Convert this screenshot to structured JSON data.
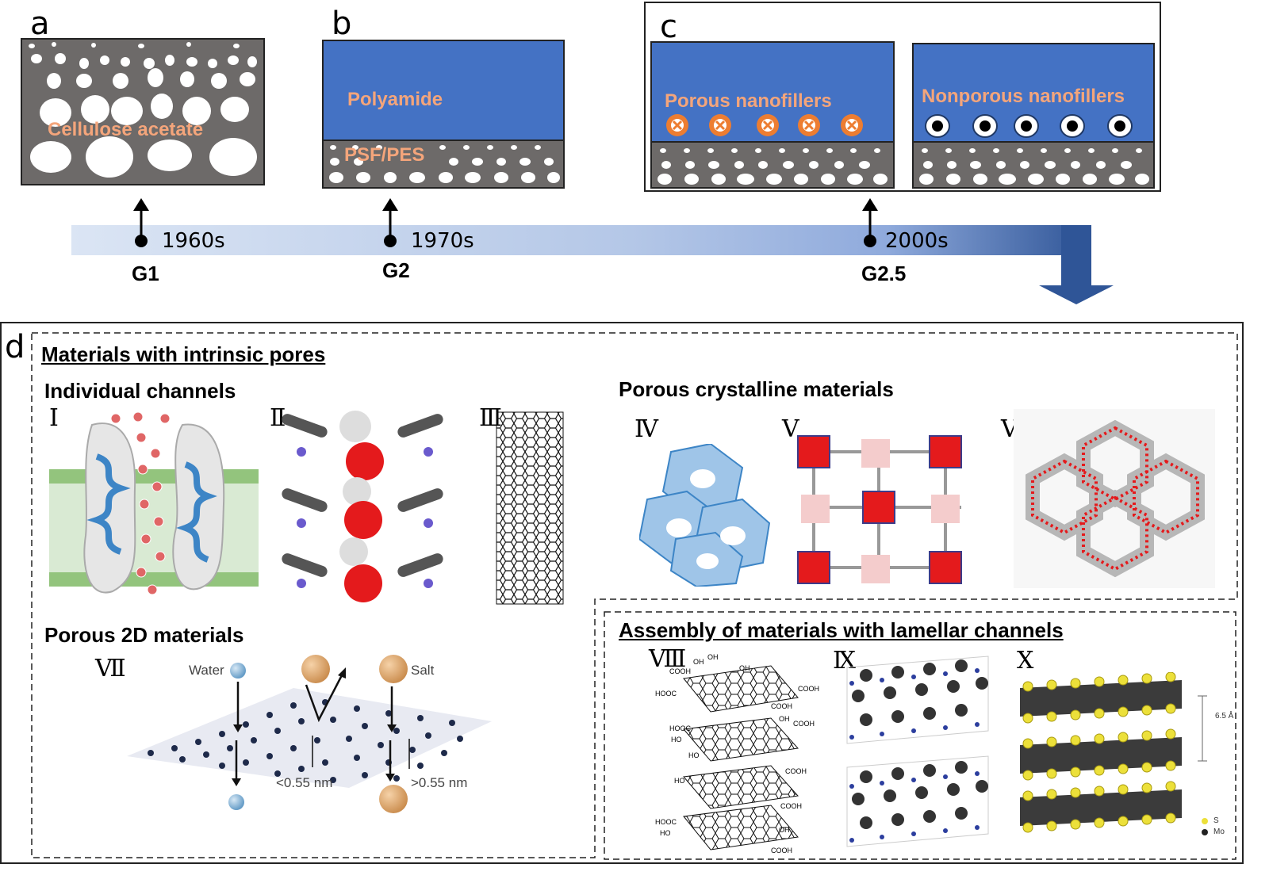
{
  "panels": {
    "a": {
      "label": "a",
      "material": "Cellulose acetate"
    },
    "b": {
      "label": "b",
      "top_layer": "Polyamide",
      "support_layer": "PSF/PES"
    },
    "c": {
      "label": "c",
      "left_title": "Porous nanofillers",
      "right_title": "Nonporous nanofillers"
    },
    "d": {
      "label": "d"
    }
  },
  "timeline": {
    "events": [
      {
        "year": "1960s",
        "generation": "G1"
      },
      {
        "year": "1970s",
        "generation": "G2"
      },
      {
        "year": "2000s",
        "generation": "G2.5"
      }
    ]
  },
  "section_d": {
    "intrinsic_title": "Materials with intrinsic pores",
    "individual_title": "Individual channels",
    "crystalline_title": "Porous crystalline materials",
    "porous2d_title": "Porous 2D materials",
    "lamellar_title": "Assembly of materials with lamellar channels",
    "numerals": [
      "Ⅰ",
      "Ⅱ",
      "Ⅲ",
      "Ⅳ",
      "Ⅴ",
      "Ⅵ",
      "Ⅶ",
      "Ⅷ",
      "Ⅸ",
      "Ⅹ"
    ],
    "graphene_labels": {
      "water": "Water",
      "salt": "Salt",
      "small_pore": "<0.55 nm",
      "large_pore": ">0.55 nm"
    },
    "go_labels": [
      "OH",
      "OH",
      "OH",
      "COOH",
      "COOH",
      "HOOC",
      "COOH",
      "HOOC",
      "OH",
      "COOH",
      "HO",
      "HO",
      "COOH",
      "HO",
      "HOOC",
      "COOH",
      "HO",
      "OH",
      "COOH"
    ],
    "mos2_labels": {
      "spacing": "6.5 Å",
      "legend_s": "S",
      "legend_mo": "Mo"
    }
  },
  "colors": {
    "polyamide": "#4472c4",
    "support": "#6d6a69",
    "label_text": "#f4a57b",
    "arrow_blue": "#2f5597"
  }
}
